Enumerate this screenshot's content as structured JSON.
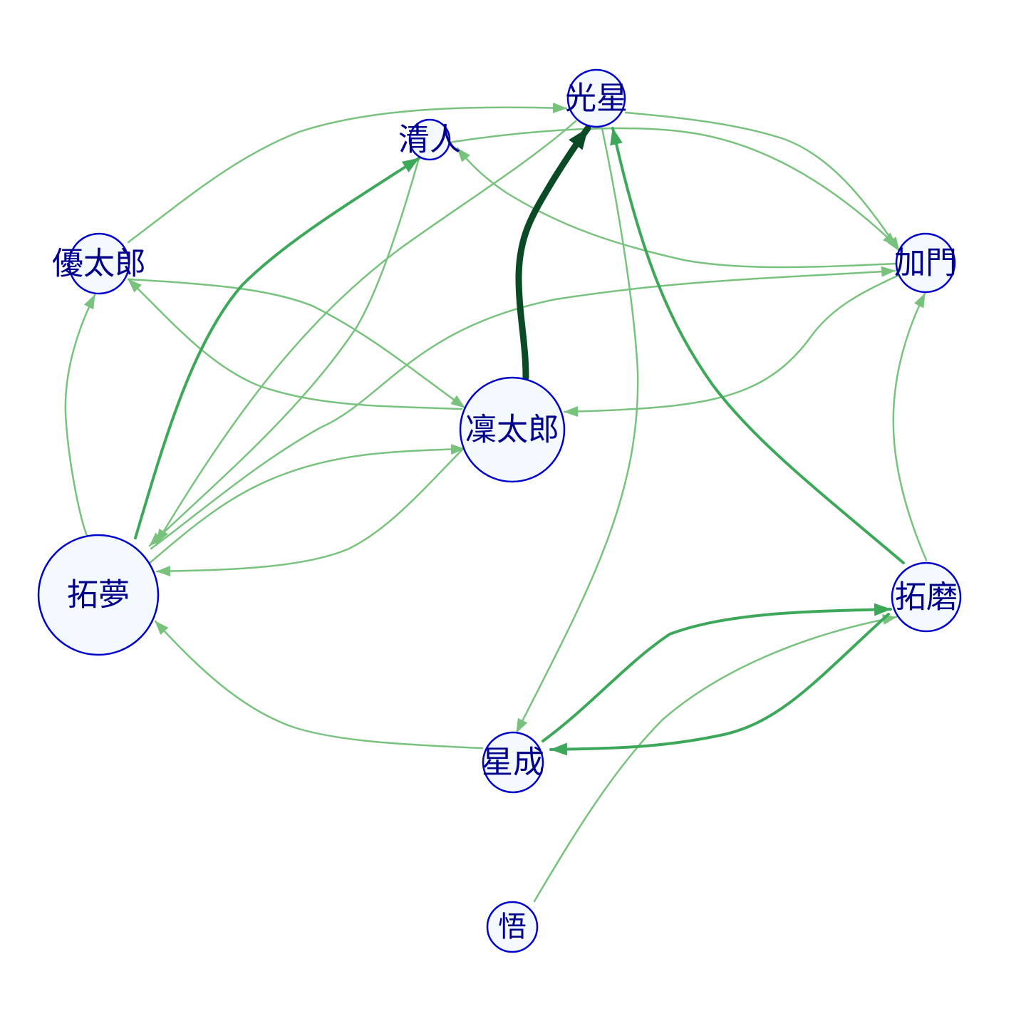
{
  "colors": {
    "edge_light": "#78c27e",
    "edge_medium": "#3ea85a",
    "edge_dark": "#0a4a24",
    "node_fill": "#f4f8ff",
    "node_stroke": "#0000cd",
    "label": "#00008b"
  },
  "nodes": [
    {
      "id": "koboshi",
      "label": "光星"
    },
    {
      "id": "kiyoto",
      "label": "清人"
    },
    {
      "id": "yutaro",
      "label": "優太郎"
    },
    {
      "id": "kamon",
      "label": "加門"
    },
    {
      "id": "rintaro",
      "label": "凜太郎"
    },
    {
      "id": "takumu",
      "label": "拓夢"
    },
    {
      "id": "takuma",
      "label": "拓磨"
    },
    {
      "id": "seina",
      "label": "星成"
    },
    {
      "id": "satoru",
      "label": "悟"
    }
  ],
  "edges": [
    {
      "from": "rintaro",
      "to": "koboshi",
      "weight": "strong"
    },
    {
      "from": "takumu",
      "to": "kiyoto",
      "weight": "medium"
    },
    {
      "from": "takuma",
      "to": "koboshi",
      "weight": "medium"
    },
    {
      "from": "takuma",
      "to": "seina",
      "weight": "medium"
    },
    {
      "from": "seina",
      "to": "takuma",
      "weight": "medium"
    },
    {
      "from": "yutaro",
      "to": "koboshi",
      "weight": "light"
    },
    {
      "from": "kiyoto",
      "to": "kamon",
      "weight": "light"
    },
    {
      "from": "koboshi",
      "to": "kamon",
      "weight": "light"
    },
    {
      "from": "kamon",
      "to": "kiyoto",
      "weight": "light"
    },
    {
      "from": "koboshi",
      "to": "takumu",
      "weight": "light"
    },
    {
      "from": "kiyoto",
      "to": "takumu",
      "weight": "light"
    },
    {
      "from": "koboshi",
      "to": "seina",
      "weight": "light"
    },
    {
      "from": "yutaro",
      "to": "rintaro",
      "weight": "light"
    },
    {
      "from": "rintaro",
      "to": "yutaro",
      "weight": "light"
    },
    {
      "from": "takumu",
      "to": "yutaro",
      "weight": "light"
    },
    {
      "from": "takumu",
      "to": "kamon",
      "weight": "light"
    },
    {
      "from": "kamon",
      "to": "rintaro",
      "weight": "light"
    },
    {
      "from": "takumu",
      "to": "rintaro",
      "weight": "light"
    },
    {
      "from": "rintaro",
      "to": "takumu",
      "weight": "light"
    },
    {
      "from": "takuma",
      "to": "kamon",
      "weight": "light"
    },
    {
      "from": "seina",
      "to": "takumu",
      "weight": "light"
    },
    {
      "from": "satoru",
      "to": "takuma",
      "weight": "light"
    }
  ]
}
